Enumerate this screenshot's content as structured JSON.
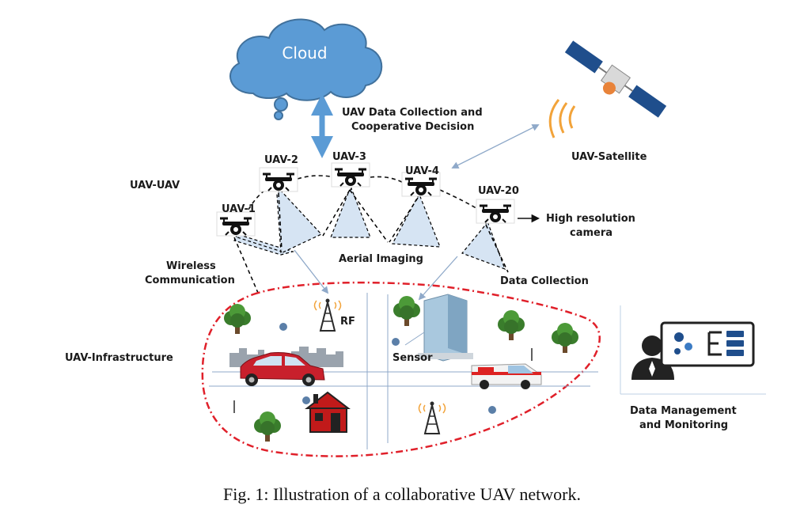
{
  "cloud": {
    "label": "Cloud"
  },
  "labels": {
    "uav_data_collection_line1": "UAV Data Collection and",
    "uav_data_collection_line2": "Cooperative Decision",
    "uav_satellite": "UAV-Satellite",
    "uav_uav": "UAV-UAV",
    "high_res_line1": "High resolution",
    "high_res_line2": "camera",
    "wireless_line1": "Wireless",
    "wireless_line2": "Communication",
    "aerial_imaging": "Aerial Imaging",
    "data_collection": "Data Collection",
    "uav_infrastructure": "UAV-Infrastructure",
    "rf": "RF",
    "sensor": "Sensor",
    "data_mgmt_line1": "Data Management",
    "data_mgmt_line2": "and Monitoring"
  },
  "drones": [
    {
      "label": "UAV-1"
    },
    {
      "label": "UAV-2"
    },
    {
      "label": "UAV-3"
    },
    {
      "label": "UAV-4"
    },
    {
      "label": "UAV-20"
    }
  ],
  "caption": "Fig. 1: Illustration of a collaborative UAV network.",
  "colors": {
    "cloud_fill": "#5b9bd5",
    "cloud_stroke": "#41719c",
    "infrastructure_border": "#e0202a",
    "sky_beam": "#d6e4f3",
    "link_arrow": "#8fa9c9",
    "satellite_panel": "#1f4e8c",
    "signal": "#f2a33a"
  },
  "icons": [
    "cloud-icon",
    "satellite-icon",
    "drone-icon",
    "tree-icon",
    "car-icon",
    "house-icon",
    "ambulance-icon",
    "building-icon",
    "antenna-icon",
    "sensor-icon",
    "operator-icon",
    "dashboard-icon",
    "gear-icon"
  ]
}
